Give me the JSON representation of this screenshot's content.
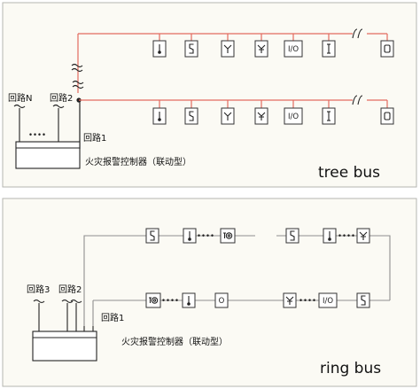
{
  "colors": {
    "panel_bg": "#fbfaf4",
    "panel_border": "#b6b6b0",
    "red_bus": "#e36a5f",
    "gray_bus": "#8f8f8f",
    "line": "#222222"
  },
  "tree": {
    "caption": "tree bus",
    "controller_label": "火灾报警控制器（联动型）",
    "loop_1": "回路1",
    "loop_2": "回路2",
    "loop_n": "回路N",
    "controller_dots": "••••",
    "bus_devices": [
      "heat-detector-icon",
      "smoke-detector-icon",
      "flame-detector-icon",
      "gas-detector-icon",
      "io-module-icon",
      "input-module-icon",
      "output-module-icon"
    ],
    "device_text": {
      "io": "I/O",
      "input": "I",
      "output": "O"
    }
  },
  "ring": {
    "caption": "ring bus",
    "controller_label": "火灾报警控制器（联动型）",
    "loop_1": "回路1",
    "loop_2": "回路2",
    "loop_3": "回路3",
    "top_devices": [
      "smoke-detector-icon",
      "heat-detector-icon",
      "manual-call-point-icon",
      "smoke-detector-icon",
      "heat-detector-icon",
      "gas-detector-icon"
    ],
    "bottom_devices": [
      "manual-call-point-icon",
      "heat-detector-icon",
      "output-module-icon",
      "gas-detector-icon",
      "io-module-icon",
      "smoke-detector-icon"
    ],
    "device_text": {
      "io": "I/O",
      "output": "O"
    }
  }
}
